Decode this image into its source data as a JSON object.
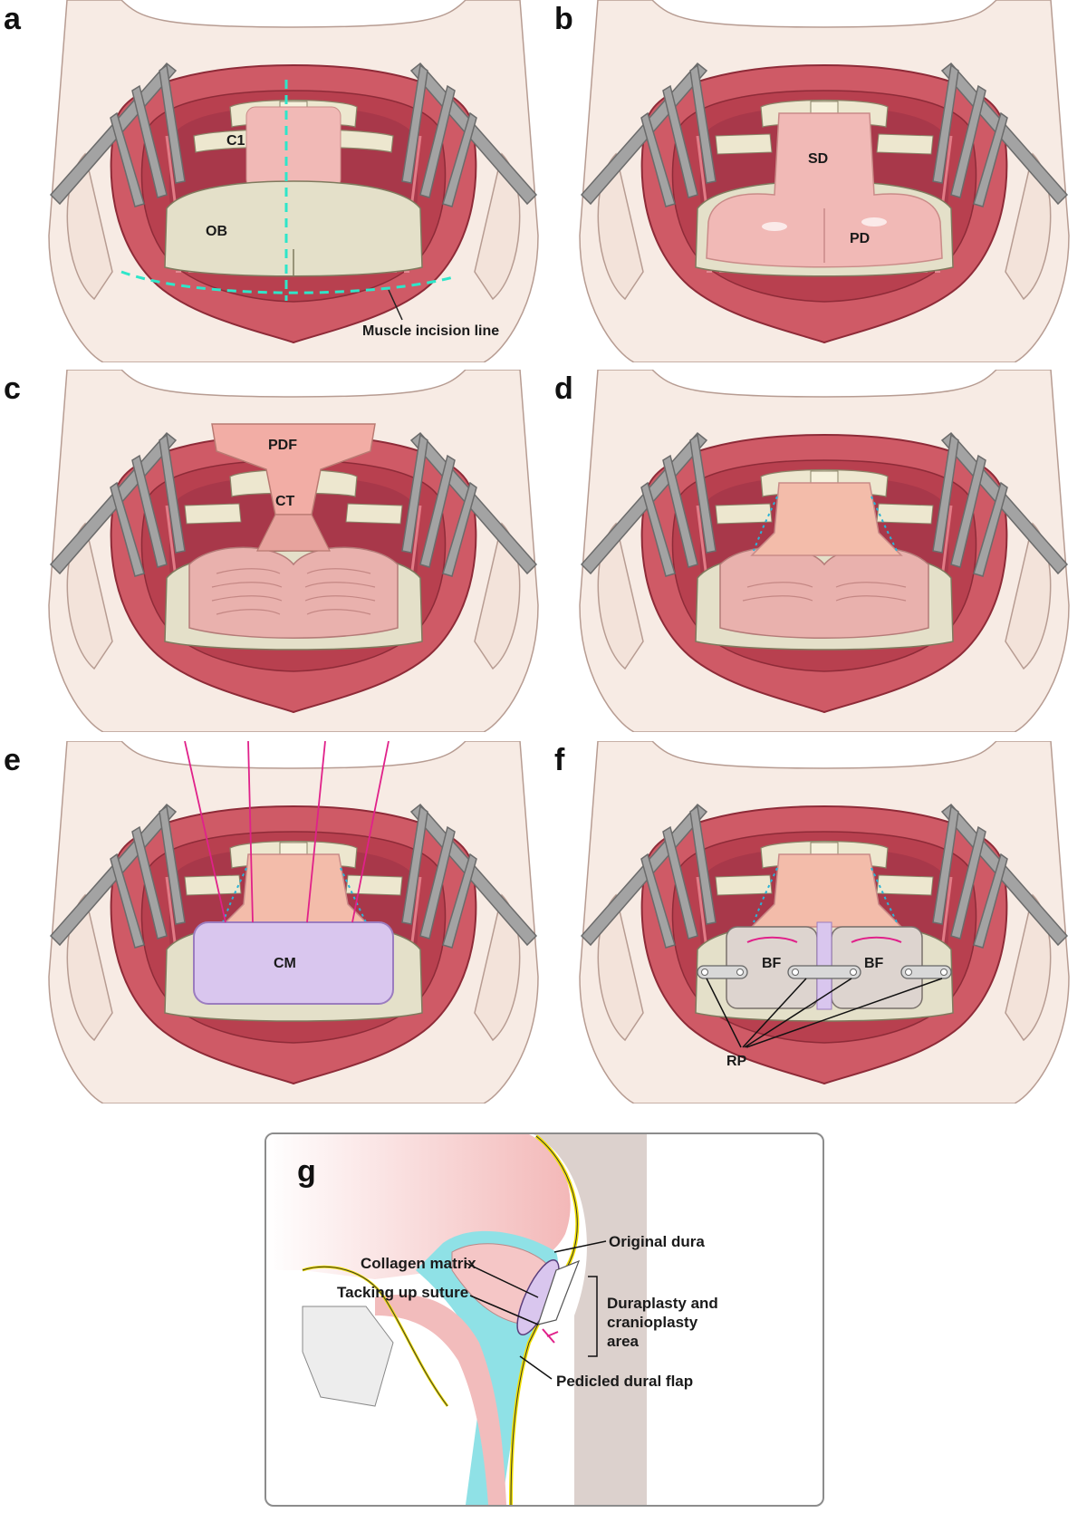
{
  "panels": {
    "a": {
      "letter": "a",
      "labels": {
        "c1": "C1",
        "ob": "OB",
        "incision": "Muscle incision line"
      }
    },
    "b": {
      "letter": "b",
      "labels": {
        "sd": "SD",
        "pd": "PD"
      }
    },
    "c": {
      "letter": "c",
      "labels": {
        "pdf": "PDF",
        "ct": "CT"
      }
    },
    "d": {
      "letter": "d"
    },
    "e": {
      "letter": "e",
      "labels": {
        "cm": "CM"
      }
    },
    "f": {
      "letter": "f",
      "labels": {
        "bf_left": "BF",
        "bf_right": "BF",
        "rp": "RP"
      }
    },
    "g": {
      "letter": "g",
      "labels": {
        "original_dura": "Original dura",
        "collagen_matrix": "Collagen matrix",
        "tacking": "Tacking up suture",
        "area_line1": "Duraplasty and",
        "area_line2": "cranioplasty",
        "area_line3": "area",
        "pedicled": "Pedicled dural flap"
      }
    }
  },
  "colors": {
    "skin": "#f7ebe4",
    "muscle": "#cf5a66",
    "muscle_dark": "#a83a48",
    "bone": "#e4e0c9",
    "dura": "#f1b9b6",
    "retractor": "#9a9a9a",
    "incision": "#2ee6c9",
    "suture": "#e0218a",
    "collagen": "#d9c6ee",
    "csf": "#8fe1e6",
    "dura_line": "#f2e000"
  }
}
